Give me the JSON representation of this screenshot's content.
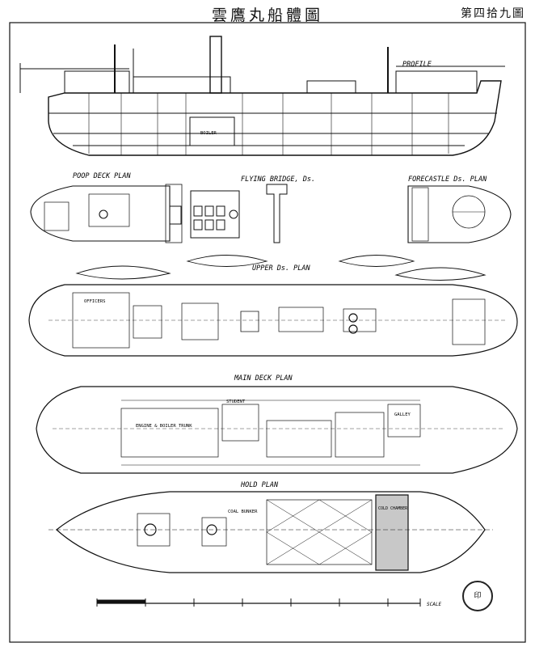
{
  "header": {
    "title": "雲鷹丸船體圖",
    "plate_number": "第四拾九圖"
  },
  "plans": {
    "profile": "PROFILE",
    "poop_deck": "POOP DECK PLAN",
    "flying_bridge": "FLYING BRIDGE, Ds.",
    "forecastle": "FORECASTLE Ds. PLAN",
    "upper_deck": "UPPER Ds. PLAN",
    "main_deck": "MAIN DECK PLAN",
    "hold": "HOLD PLAN"
  },
  "room_labels": {
    "boiler": "BOILER",
    "engine_boiler_trunk": "ENGINE & BOILER TRUNK",
    "coal_bunker": "COAL BUNKER",
    "cold_chamber": "COLD CHAMBER",
    "student": "STUDENT",
    "officers": "OFFICERS",
    "galley": "GALLEY"
  },
  "scale": {
    "label": "SCALE"
  },
  "seal": {
    "text": "印"
  },
  "colors": {
    "ink": "#111111",
    "paper": "#ffffff"
  }
}
